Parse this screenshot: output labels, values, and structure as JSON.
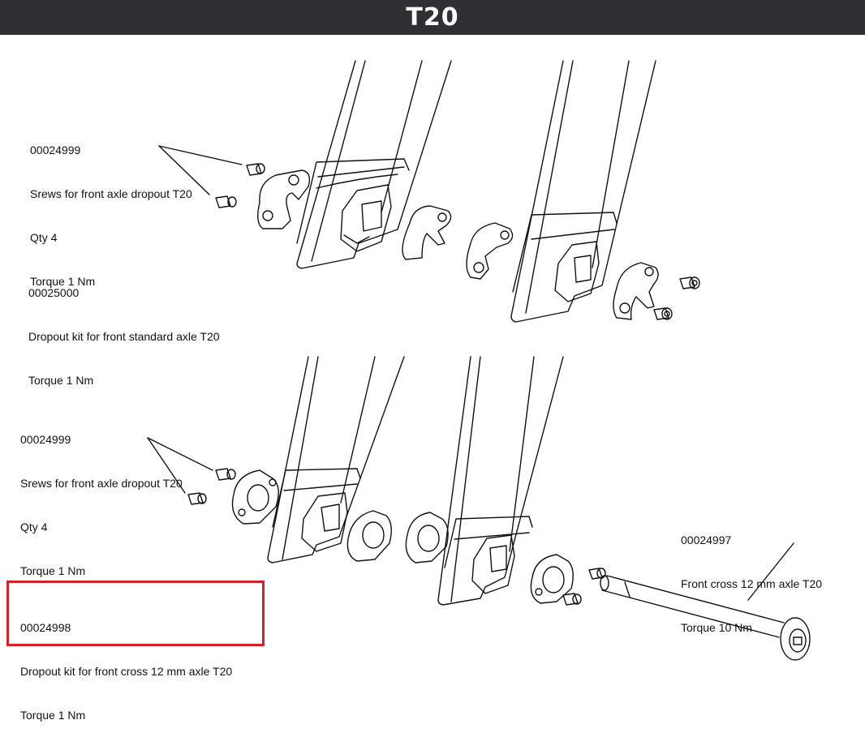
{
  "title": "T20",
  "highlight_color": "#d8202a",
  "header_color": "#2e3034",
  "callouts": [
    {
      "id": "screws-top",
      "part_number": "00024999",
      "description": "Srews for front axle dropout T20",
      "qty": "Qty 4",
      "torque": "Torque 1 Nm"
    },
    {
      "id": "dropout-standard",
      "part_number": "00025000",
      "description": "Dropout kit for front standard axle T20",
      "torque": "Torque 1 Nm"
    },
    {
      "id": "screws-bottom",
      "part_number": "00024999",
      "description": "Srews for front axle dropout T20",
      "qty": "Qty 4",
      "torque": "Torque 1 Nm"
    },
    {
      "id": "axle-12mm",
      "part_number": "00024997",
      "description": "Front cross 12 mm axle T20",
      "torque": "Torque 10 Nm"
    },
    {
      "id": "dropout-cross",
      "part_number": "00024998",
      "description": "Dropout kit for front cross 12 mm axle T20",
      "torque": "Torque 1 Nm",
      "highlighted": true
    }
  ]
}
